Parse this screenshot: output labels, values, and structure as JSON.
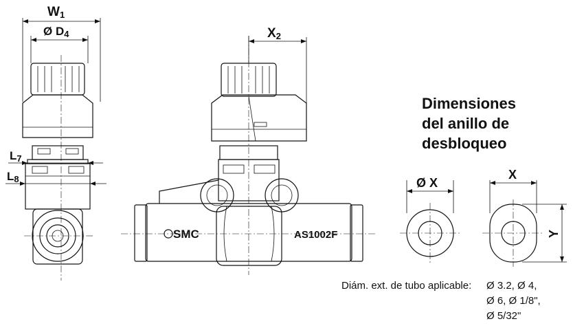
{
  "dimensions": {
    "w1": {
      "main": "W",
      "sub": "1"
    },
    "d4": {
      "main": "Ø D",
      "sub": "4"
    },
    "x2": {
      "main": "X",
      "sub": "2"
    },
    "l7": {
      "main": "L",
      "sub": "7"
    },
    "l8": {
      "main": "L",
      "sub": "8"
    },
    "ring_dx": "Ø X",
    "ring_x": "X",
    "ring_y": "Y"
  },
  "heading": {
    "line1": "Dimensiones",
    "line2": "del anillo de",
    "line3": "desbloqueo"
  },
  "body_markings": {
    "brand": "SMC",
    "model": "AS1002F"
  },
  "tube_note": {
    "label": "Diám. ext. de tubo aplicable:",
    "line1": "Ø 3.2, Ø 4,",
    "line2": "Ø 6, Ø 1/8\",",
    "line3": "Ø 5/32\""
  },
  "colors": {
    "body_light": "#ececec",
    "body_mid": "#cfcfcf",
    "body_dark": "#9a9a9a",
    "line": "#111111"
  }
}
